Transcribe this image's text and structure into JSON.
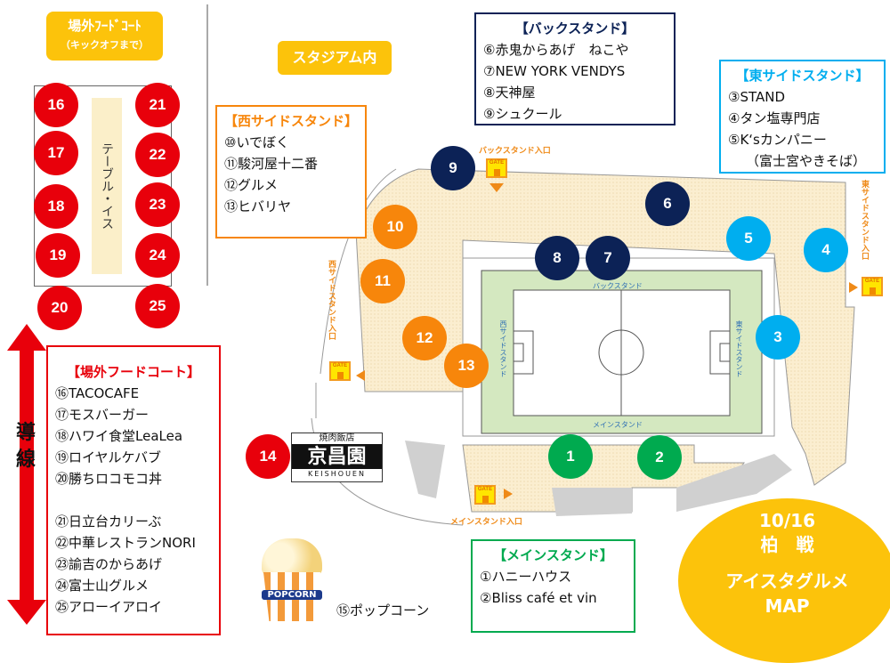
{
  "offsite_tag": {
    "title": "場外ﾌｰﾄﾞｺｰﾄ",
    "subtitle": "（キックオフまで）"
  },
  "stadium_tag": "スタジアム内",
  "table_label": "テーブル・イス",
  "route_label": "導線",
  "colors": {
    "red": "#e8000b",
    "navy": "#0c2256",
    "cyan": "#00aeef",
    "orange": "#f7860b",
    "green": "#00aa4f",
    "yellow": "#fcc30b"
  },
  "markers": {
    "offsite": [
      "16",
      "17",
      "18",
      "19",
      "20",
      "21",
      "22",
      "23",
      "24",
      "25"
    ],
    "back": [
      "9",
      "6",
      "8",
      "7"
    ],
    "east": [
      "5",
      "4",
      "3"
    ],
    "west": [
      "10",
      "11",
      "12",
      "13"
    ],
    "main": [
      "1",
      "2"
    ],
    "kei": "14"
  },
  "west_box": {
    "title": "【西サイドスタンド】",
    "items": [
      "⑩いでぼく",
      "⑪駿河屋十二番",
      "⑫グルメ",
      "⑬ヒバリヤ"
    ]
  },
  "back_box": {
    "title": "【バックスタンド】",
    "items": [
      "⑥赤鬼からあげ　ねこや",
      "⑦NEW YORK VENDYS",
      "⑧天神屋",
      "⑨シュクール"
    ]
  },
  "east_box": {
    "title": "【東サイドスタンド】",
    "items": [
      "③STAND",
      "④タン塩専門店",
      "⑤K‘sカンパニー",
      "（富士宮やきそば）"
    ]
  },
  "main_box": {
    "title": "【メインスタンド】",
    "items": [
      "①ハニーハウス",
      "②Bliss café et vin"
    ]
  },
  "offsite_box": {
    "title": "【場外フードコート】",
    "items": [
      "⑯TACOCAFE",
      "⑰モスバーガー",
      "⑱ハワイ食堂LeaLea",
      "⑲ロイヤルケバブ",
      "⑳勝ちロコモコ丼",
      "",
      "㉑日立台カリーぶ",
      "㉒中華レストランNORI",
      "㉓諭吉のからあげ",
      "㉔富士山グルメ",
      "㉕アローイアロイ"
    ]
  },
  "entrances": {
    "back": "バックスタンド入口",
    "west": "西サイドスタンド入口",
    "east": "東サイドスタンド入口",
    "main": "メインスタンド入口",
    "gate": "GATE"
  },
  "pitch_labels": {
    "back": "バックスタンド",
    "main": "メインスタンド",
    "west": "西サイドスタンド",
    "east": "東サイドスタンド"
  },
  "keishouen": {
    "top": "焼肉飯店",
    "name": "京昌園",
    "roman": "KEISHOUEN"
  },
  "popcorn": {
    "logo": "POPCORN",
    "label": "⑮ポップコーン"
  },
  "event": {
    "date": "10/16",
    "match": "柏　戦",
    "title": "アイスタグルメ",
    "subtitle": "MAP"
  }
}
